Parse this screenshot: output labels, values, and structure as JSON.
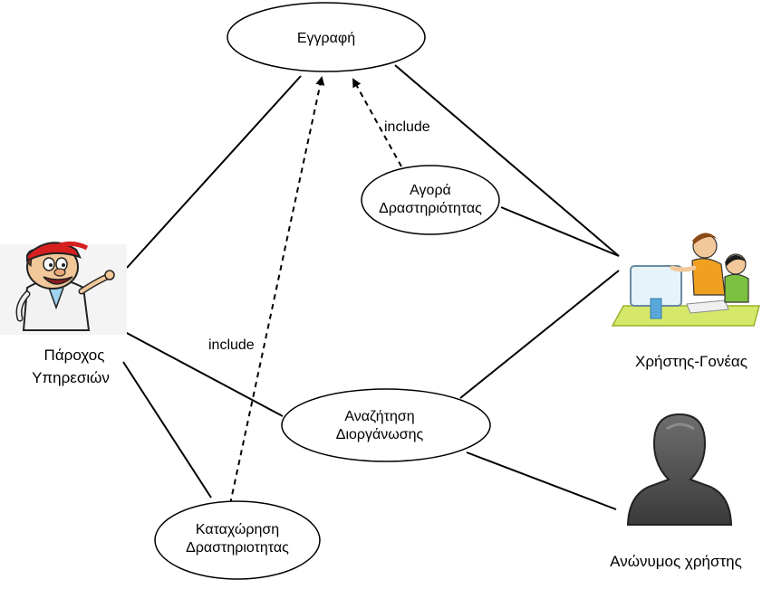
{
  "use_cases": {
    "registration": {
      "lines": [
        "Εγγραφή"
      ]
    },
    "buy_activity": {
      "lines": [
        "Αγορά",
        "Δραστηριότητας"
      ]
    },
    "search_organization": {
      "lines": [
        "Αναζήτηση",
        "Διοργάνωσης"
      ]
    },
    "register_activity": {
      "lines": [
        "Καταχώρηση",
        "Δραστηριοτητας"
      ]
    }
  },
  "actors": {
    "provider": {
      "lines": [
        "Πάροχος",
        "Υπηρεσιών"
      ]
    },
    "parent_user": {
      "lines": [
        "Χρήστης-Γονέας"
      ]
    },
    "anonymous_user": {
      "lines": [
        "Ανώνυμος χρήστης"
      ]
    }
  },
  "dependencies": {
    "buy_include": {
      "label": "include"
    },
    "register_include": {
      "label": "include"
    }
  }
}
